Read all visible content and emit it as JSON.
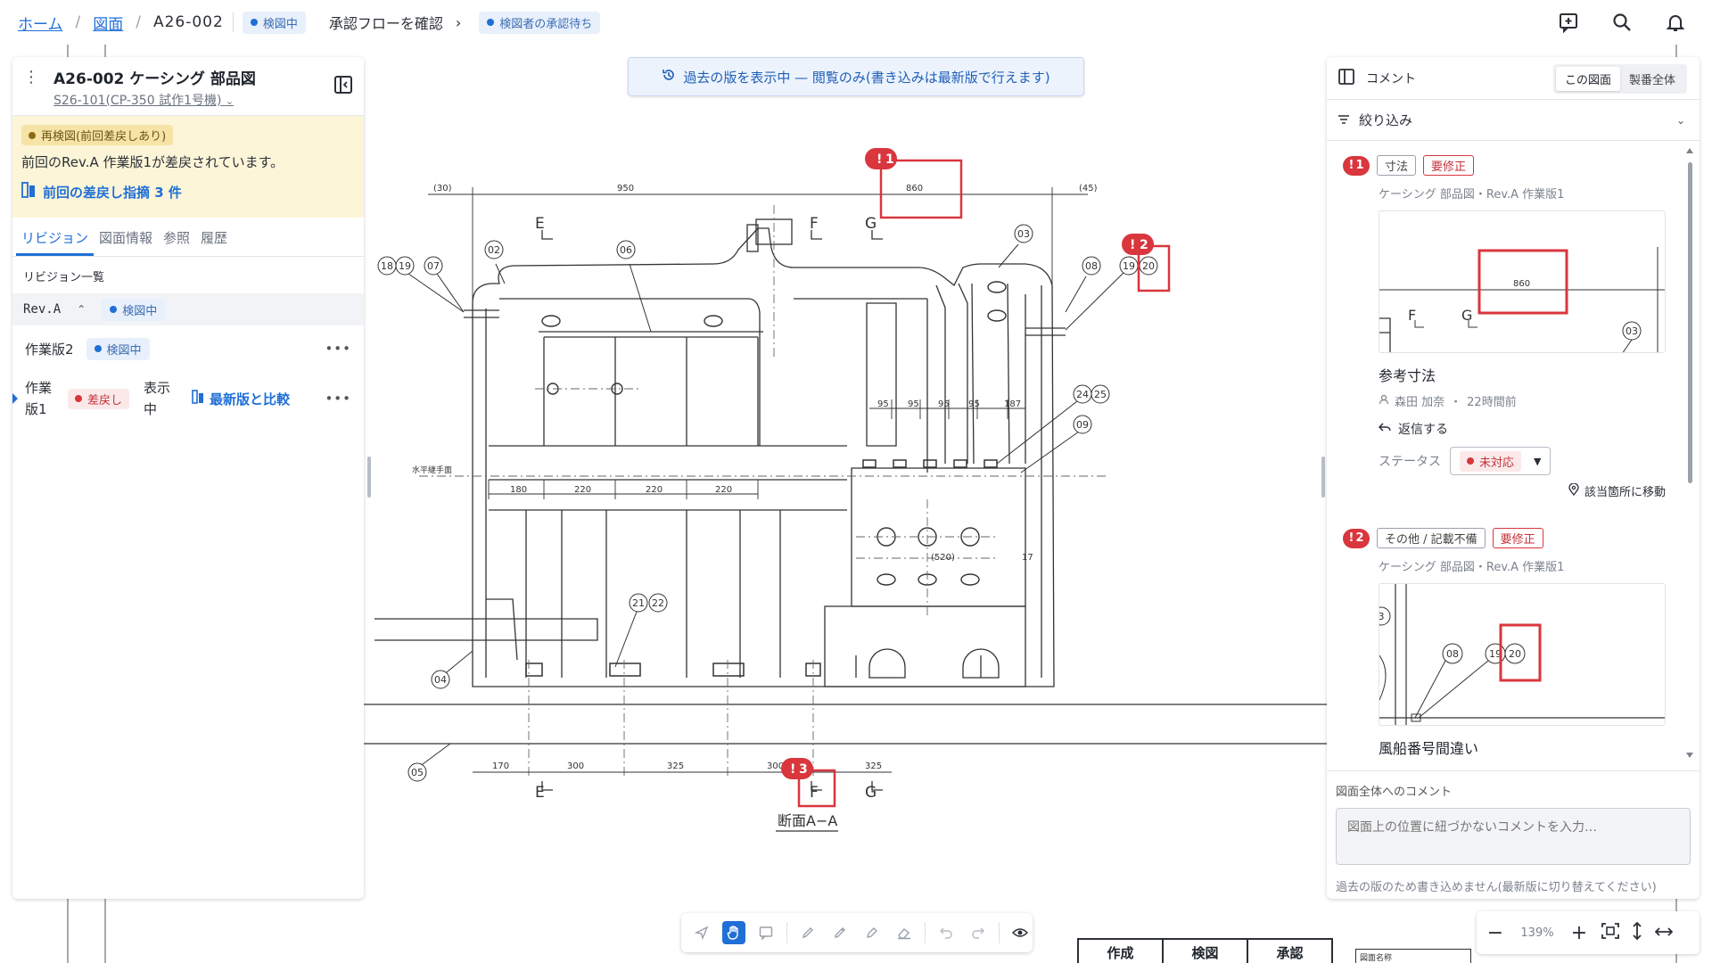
{
  "breadcrumb": {
    "home": "ホーム",
    "drawings": "図面",
    "current": "A26-002",
    "status": "検図中",
    "flow_link": "承認フローを確認",
    "approval_status": "検図者の承認待ち"
  },
  "banner": {
    "text": "過去の版を表示中 — 閲覧のみ(書き込みは最新版で行えます)"
  },
  "left_panel": {
    "title": "A26-002 ケーシング 部品図",
    "subtitle": "S26-101(CP-350 試作1号機)",
    "notice": {
      "badge": "再検図(前回差戻しあり)",
      "message": "前回のRev.A 作業版1が差戻されています。",
      "link": "前回の差戻し指摘 3 件"
    },
    "tabs": [
      {
        "label": "リビジョン"
      },
      {
        "label": "図面情報"
      },
      {
        "label": "参照"
      },
      {
        "label": "履歴"
      }
    ],
    "list_title": "リビジョン一覧",
    "revision": {
      "name": "Rev.A",
      "status": "検図中"
    },
    "versions": [
      {
        "name": "作業版2",
        "status": "検図中",
        "more": "•••"
      },
      {
        "name": "作業版1",
        "name_line1": "作業",
        "name_line2": "版1",
        "status": "差戻し",
        "display_line1": "表示",
        "display_line2": "中",
        "compare": "最新版と比較",
        "more": "•••"
      }
    ]
  },
  "right_panel": {
    "header": "コメント",
    "segments": [
      {
        "label": "この図面"
      },
      {
        "label": "製番全体"
      }
    ],
    "filter": "絞り込み",
    "comments": [
      {
        "num": "1",
        "tags": [
          "寸法",
          "要修正"
        ],
        "source": "ケーシング 部品図・Rev.A 作業版1",
        "title": "参考寸法",
        "author": "森田 加奈",
        "time": "22時間前",
        "reply": "返信する",
        "status_label": "ステータス",
        "status_value": "未対応",
        "goto": "該当箇所に移動"
      },
      {
        "num": "2",
        "tags": [
          "その他 / 記載不備",
          "要修正"
        ],
        "source": "ケーシング 部品図・Rev.A 作業版1",
        "title": "風船番号間違い"
      }
    ],
    "footer": {
      "label": "図面全体へのコメント",
      "placeholder": "図面上の位置に紐づかないコメントを入力…",
      "note": "過去の版のため書き込めません(最新版に切り替えてください)"
    }
  },
  "drawing": {
    "markers": [
      {
        "num": "1"
      },
      {
        "num": "2"
      },
      {
        "num": "3"
      }
    ],
    "section_label": "断面A−A",
    "letters": {
      "e": "E",
      "f": "F",
      "g": "G"
    },
    "level_label": "水平継手面",
    "top_dims": [
      "(30)",
      "950",
      "860",
      "(45)"
    ],
    "mid_dims": [
      "180",
      "220",
      "220",
      "220"
    ],
    "right_dims": [
      "95",
      "95",
      "95",
      "95",
      "187"
    ],
    "bottom_dims": [
      "170",
      "300",
      "325",
      "300",
      "325"
    ],
    "center_dim": "(520)",
    "side_dim": "17",
    "balloons": [
      "18",
      "19",
      "07",
      "02",
      "06",
      "03",
      "08",
      "19",
      "20",
      "24",
      "25",
      "09",
      "21",
      "22",
      "04",
      "05"
    ],
    "thumb1": {
      "dim": "860",
      "e": "F",
      "g": "G",
      "balloon": "03"
    },
    "thumb2": {
      "b1": "08",
      "b2": "19",
      "b3": "20",
      "b0": "3"
    }
  },
  "toolbar": {
    "items": [
      "send-icon",
      "hand-icon",
      "comment-icon",
      "pen-icon",
      "pencil-icon",
      "marker-icon",
      "eraser-icon",
      "undo-icon",
      "redo-icon",
      "eye-icon"
    ]
  },
  "zoom": {
    "value": "139%",
    "minus": "−",
    "plus": "+"
  },
  "title_block": {
    "cells": [
      "作成",
      "検図",
      "承認"
    ],
    "name": "図面名称"
  },
  "colors": {
    "accent": "#1f6fd6",
    "danger": "#d9363e",
    "notice_bg": "#fdf5d8"
  }
}
